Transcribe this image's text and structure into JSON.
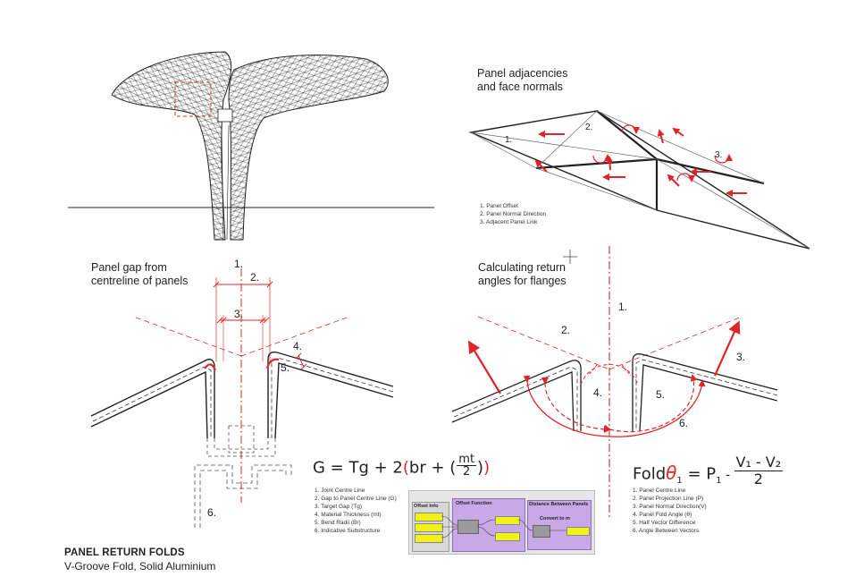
{
  "headings": {
    "adjacency": "Panel adjacencies\nand face normals",
    "panel_gap": "Panel gap from\ncentreline of panels",
    "return_angles": "Calculating return\nangles for flanges"
  },
  "adjacency_legend": [
    "1. Panel Offset",
    "2. Panel Normal Direction",
    "3. Adjacent Panel Link"
  ],
  "adjacency_numbers": [
    "1.",
    "2.",
    "3."
  ],
  "gap_numbers": [
    "1.",
    "2.",
    "3.",
    "4.",
    "5.",
    "6."
  ],
  "return_numbers": [
    "1.",
    "2.",
    "3.",
    "4.",
    "5.",
    "6."
  ],
  "formula_gap": {
    "lhs": "G = Tg + 2",
    "open_paren": "(",
    "inner": "br + (",
    "frac_num": "mt",
    "frac_den": "2",
    "close_inner": ")",
    "close_paren": ")"
  },
  "formula_fold": {
    "lhs": "Fold",
    "theta": "θ",
    "sub1": "1",
    "eq": " = P",
    "sub2": "1",
    "minus": " - ",
    "frac_num": "V₁ - V₂",
    "frac_den": "2"
  },
  "gap_legend": [
    "1. Joint Centre Line",
    "2. Gap to Panel Centre Line (G)",
    "3. Target Gap (Tg)",
    "4. Material Thickness (mt)",
    "5. Bend Radii (Br)",
    "6. Indicative Substructure"
  ],
  "fold_legend": [
    "1. Panel Centre Line",
    "2. Panel Projection Line (P)",
    "3. Panel Normal Direction(V)",
    "4. Panel Fold Angle (θ)",
    "5. Half Vector Difference",
    "6. Angle Between Vectors"
  ],
  "grasshopper": {
    "group_offset_info": "Offset Info",
    "group_offset_function": "Offset Function",
    "group_distance": "Distance Between Panels",
    "group_convert": "Convert to m"
  },
  "footer": {
    "title": "PANEL RETURN FOLDS",
    "subtitle": "V-Groove Fold, Solid Aluminium"
  },
  "colors": {
    "accent_red": "#e0252a",
    "line_dark": "#222222",
    "gh_purple": "#c9a8e8",
    "gh_yellow": "#f2f21a",
    "gh_grey": "#9a9a9a"
  }
}
